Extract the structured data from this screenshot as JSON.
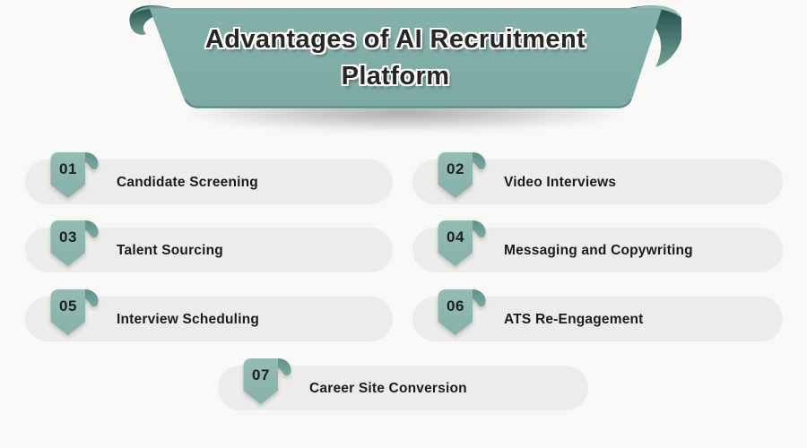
{
  "banner": {
    "title_line1": "Advantages of AI Recruitment",
    "title_line2": "Platform",
    "ribbon_color": "#7fafa8",
    "ribbon_curl_dark": "#2a544e",
    "title_color": "#262626"
  },
  "items": [
    {
      "number": "01",
      "label": "Candidate Screening"
    },
    {
      "number": "02",
      "label": "Video Interviews"
    },
    {
      "number": "03",
      "label": "Talent Sourcing"
    },
    {
      "number": "04",
      "label": "Messaging and Copywriting"
    },
    {
      "number": "05",
      "label": "Interview Scheduling"
    },
    {
      "number": "06",
      "label": "ATS Re-Engagement"
    },
    {
      "number": "07",
      "label": "Career Site Conversion"
    }
  ],
  "colors": {
    "background": "#f8f8f6",
    "pill_background": "#ececea",
    "badge_teal": "#8cb5ac",
    "badge_curl": "#679a91",
    "item_text": "#1b1b1b"
  }
}
